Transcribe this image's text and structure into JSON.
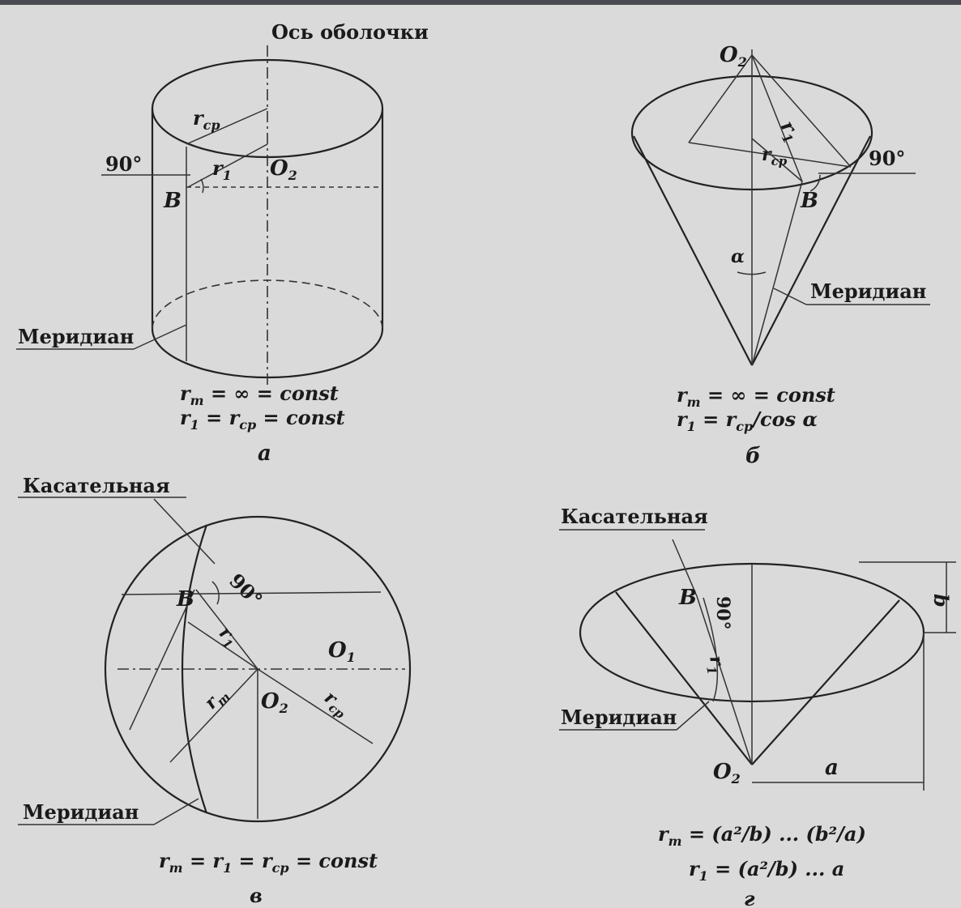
{
  "figure": {
    "a": {
      "axis_label": "Ось оболочки",
      "r_cp": "r",
      "r_cp_sub": "ср",
      "r1": "r",
      "r1_sub": "1",
      "angle": "90°",
      "o2": "O",
      "o2_sub": "2",
      "b": "B",
      "meridian": "Меридиан",
      "formula1": "r",
      "formula1_sub": "m",
      "formula1_rest": " = ∞ = const",
      "formula2": "r",
      "formula2_sub": "1",
      "formula2_mid": " = r",
      "formula2_sub2": "ср",
      "formula2_rest": " = const",
      "caption": "а"
    },
    "b": {
      "o2": "O",
      "o2_sub": "2",
      "r1": "r",
      "r1_sub": "1",
      "r_cp": "r",
      "r_cp_sub": "ср",
      "angle": "90°",
      "b": "B",
      "alpha": "α",
      "meridian": "Меридиан",
      "formula1": "r",
      "formula1_sub": "m",
      "formula1_rest": " = ∞ = const",
      "formula2": "r",
      "formula2_sub": "1",
      "formula2_mid": " = r",
      "formula2_sub2": "ср",
      "formula2_rest": "/cos α",
      "caption": "б"
    },
    "c": {
      "tangent": "Касательная",
      "b": "B",
      "angle": "90°",
      "r1": "r",
      "r1_sub": "1",
      "o1": "O",
      "o1_sub": "1",
      "rm": "r",
      "rm_sub": "m",
      "o2": "O",
      "o2_sub": "2",
      "r_cp": "r",
      "r_cp_sub": "ср",
      "meridian": "Меридиан",
      "formula": "r",
      "formula_sub": "m",
      "formula_mid": " = r",
      "formula_sub2": "1",
      "formula_mid2": " = r",
      "formula_sub3": "ср",
      "formula_rest": " = const",
      "caption": "в"
    },
    "d": {
      "tangent": "Касательная",
      "b": "B",
      "angle": "90°",
      "r1": "r",
      "r1_sub": "1",
      "b_dim": "b",
      "meridian": "Меридиан",
      "o2": "O",
      "o2_sub": "2",
      "a_dim": "a",
      "formula1_lhs": "r",
      "formula1_sub": "m",
      "formula1_rest": " = (a²/b) ... (b²/a)",
      "formula2_lhs": "r",
      "formula2_sub": "1",
      "formula2_rest": " = (a²/b) ... a",
      "caption": "г"
    }
  }
}
